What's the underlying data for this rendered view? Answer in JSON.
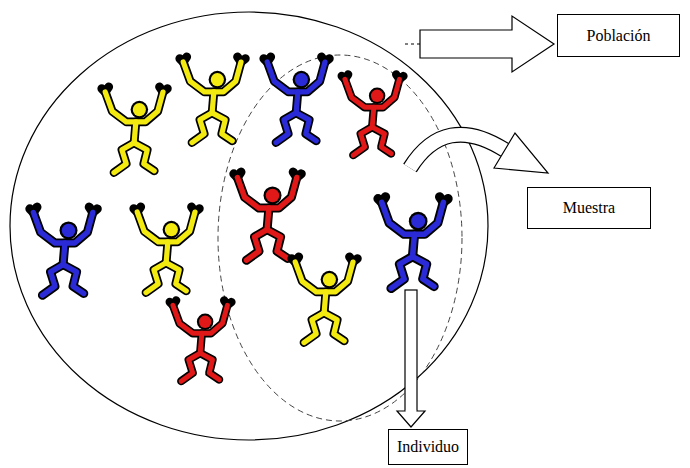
{
  "diagram": {
    "nodes": [
      {
        "text": [
          "Población"
        ]
      },
      {
        "text": [
          "Muestra"
        ]
      },
      {
        "text": [
          "Individuo"
        ]
      }
    ]
  }
}
